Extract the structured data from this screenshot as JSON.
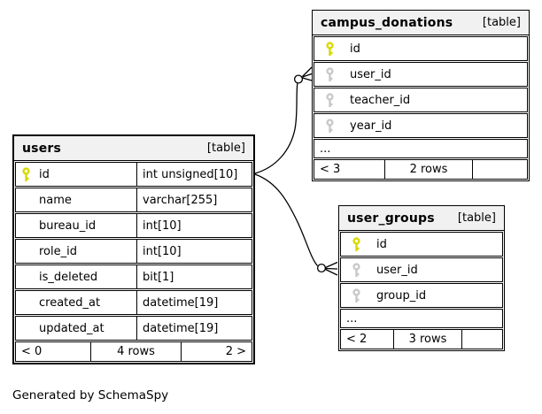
{
  "caption": "Generated by SchemaSpy",
  "colors": {
    "primary_key": "#d8d800",
    "foreign_key": "#c8c8c8",
    "header_bg": "#f1f1f1",
    "border": "#000000",
    "background": "#ffffff"
  },
  "tables": {
    "campus_donations": {
      "name": "campus_donations",
      "badge": "[table]",
      "columns": [
        {
          "name": "id",
          "key": "primary"
        },
        {
          "name": "user_id",
          "key": "foreign"
        },
        {
          "name": "teacher_id",
          "key": "foreign"
        },
        {
          "name": "year_id",
          "key": "foreign"
        }
      ],
      "ellipsis": "...",
      "footer": {
        "left": "< 3",
        "center": "2 rows",
        "right": ""
      }
    },
    "users": {
      "name": "users",
      "badge": "[table]",
      "columns": [
        {
          "name": "id",
          "type": "int unsigned[10]",
          "key": "primary"
        },
        {
          "name": "name",
          "type": "varchar[255]",
          "key": "none"
        },
        {
          "name": "bureau_id",
          "type": "int[10]",
          "key": "none"
        },
        {
          "name": "role_id",
          "type": "int[10]",
          "key": "none"
        },
        {
          "name": "is_deleted",
          "type": "bit[1]",
          "key": "none"
        },
        {
          "name": "created_at",
          "type": "datetime[19]",
          "key": "none"
        },
        {
          "name": "updated_at",
          "type": "datetime[19]",
          "key": "none"
        }
      ],
      "footer": {
        "left": "< 0",
        "center": "4 rows",
        "right": "2 >"
      }
    },
    "user_groups": {
      "name": "user_groups",
      "badge": "[table]",
      "columns": [
        {
          "name": "id",
          "key": "primary"
        },
        {
          "name": "user_id",
          "key": "foreign"
        },
        {
          "name": "group_id",
          "key": "foreign"
        }
      ],
      "ellipsis": "...",
      "footer": {
        "left": "< 2",
        "center": "3 rows",
        "right": ""
      }
    }
  },
  "relationships": [
    {
      "from": "users.id",
      "to": "campus_donations.user_id"
    },
    {
      "from": "users.id",
      "to": "user_groups.user_id"
    }
  ]
}
